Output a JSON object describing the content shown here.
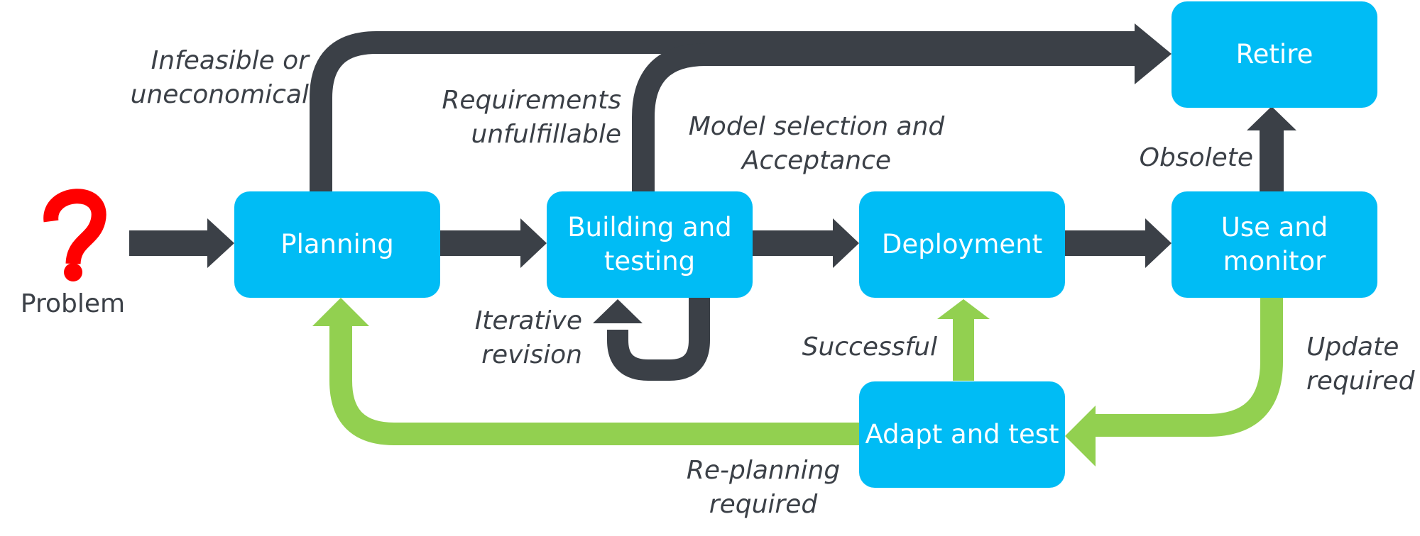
{
  "nodes": {
    "problem": "Problem",
    "planning": "Planning",
    "building": "Building and\ntesting",
    "deployment": "Deployment",
    "use_monitor": "Use and\nmonitor",
    "retire": "Retire",
    "adapt_test": "Adapt and test"
  },
  "edge_labels": {
    "infeasible": "Infeasible or\nuneconomical",
    "requirements": "Requirements\nunfulfillable",
    "model_selection": "Model selection and\nAcceptance",
    "obsolete": "Obsolete",
    "iterative": "Iterative\nrevision",
    "successful": "Successful",
    "update_required": "Update\nrequired",
    "replanning": "Re-planning\nrequired"
  },
  "colors": {
    "box": "#00bcf5",
    "dark_arrow": "#3b4047",
    "green_arrow": "#92d050",
    "problem_icon": "#ff0000"
  },
  "icons": {
    "problem": "question-mark-icon"
  }
}
